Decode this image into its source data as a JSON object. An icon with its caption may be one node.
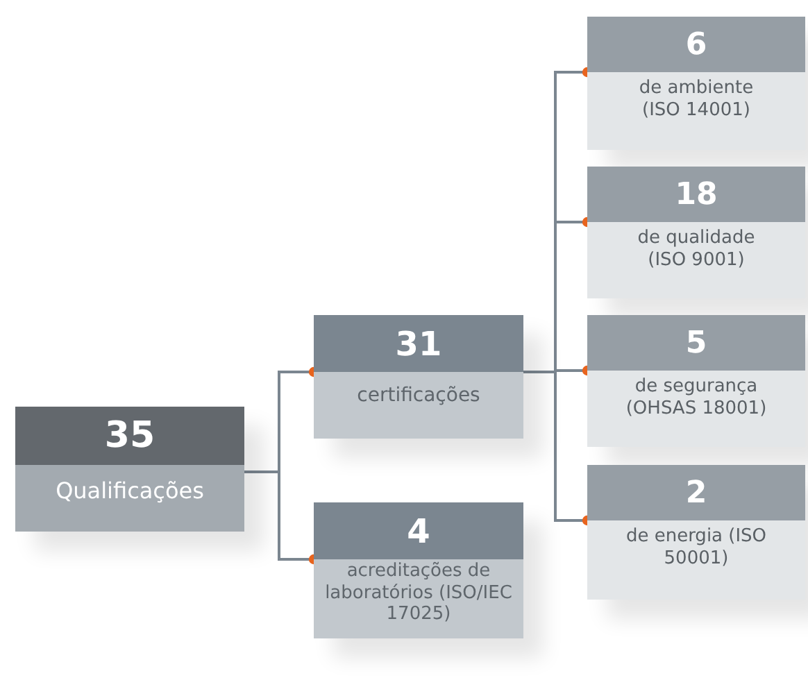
{
  "diagram": {
    "nodes": [
      {
        "text": [
          "35",
          "Qualificações"
        ]
      },
      {
        "text": [
          "31",
          "certificações"
        ]
      },
      {
        "text": [
          "4",
          "acreditações de laboratórios (ISO/IEC 17025)"
        ]
      },
      {
        "text": [
          "6",
          "de ambiente (ISO 14001)"
        ]
      },
      {
        "text": [
          "18",
          "de qualidade (ISO 9001)"
        ]
      },
      {
        "text": [
          "5",
          "de segurança (OHSAS 18001)"
        ]
      },
      {
        "text": [
          "2",
          "de energia (ISO 50001)"
        ]
      }
    ],
    "edges": [
      {
        "from": 0,
        "to": 1,
        "arrow": "other"
      },
      {
        "from": 0,
        "to": 2,
        "arrow": "other"
      },
      {
        "from": 1,
        "to": 3,
        "arrow": "other"
      },
      {
        "from": 1,
        "to": 4,
        "arrow": "other"
      },
      {
        "from": 1,
        "to": 5,
        "arrow": "other"
      },
      {
        "from": 1,
        "to": 6,
        "arrow": "other"
      }
    ]
  }
}
